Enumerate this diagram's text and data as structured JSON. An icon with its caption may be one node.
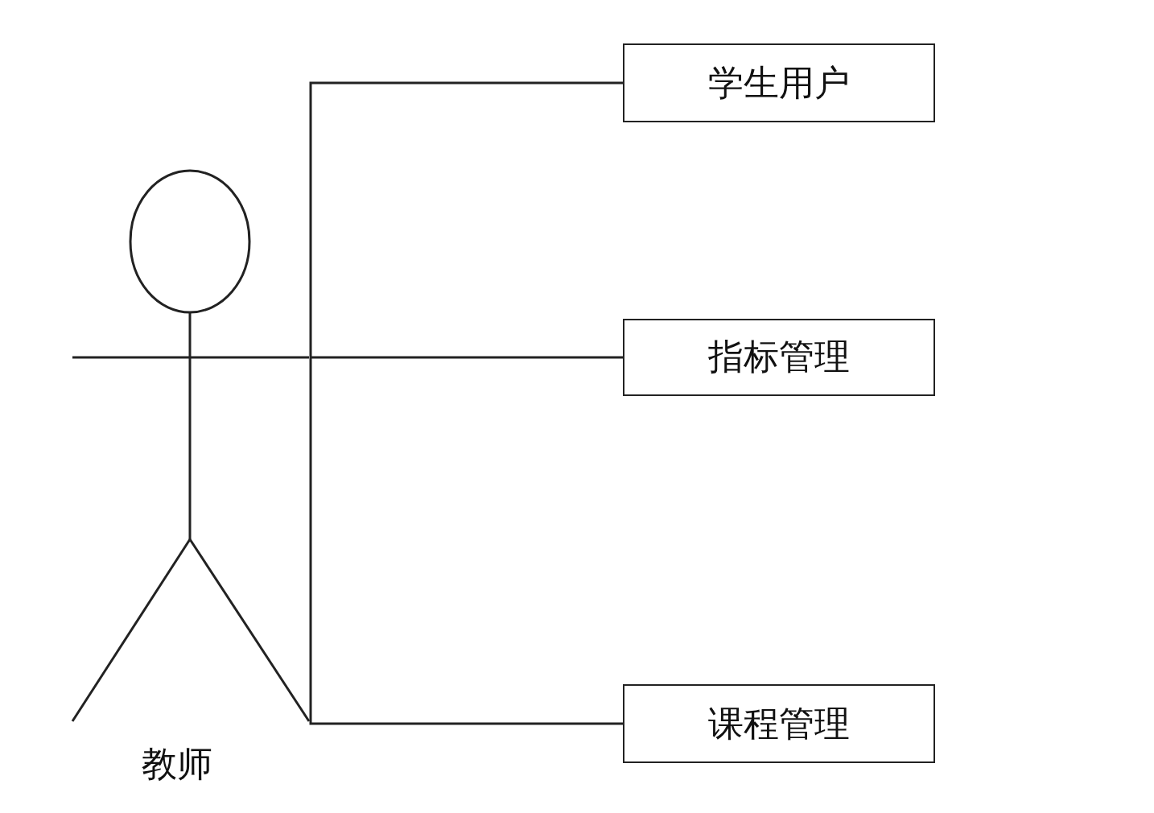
{
  "diagram": {
    "nodes": [
      {
        "text": [
          "教师"
        ]
      },
      {
        "text": [
          "学生用户"
        ]
      },
      {
        "text": [
          "指标管理"
        ]
      },
      {
        "text": [
          "课程管理"
        ]
      }
    ],
    "edges": [
      {
        "from": 0,
        "to": 1,
        "arrow": "none"
      },
      {
        "from": 0,
        "to": 2,
        "arrow": "none"
      },
      {
        "from": 0,
        "to": 3,
        "arrow": "none"
      }
    ]
  }
}
